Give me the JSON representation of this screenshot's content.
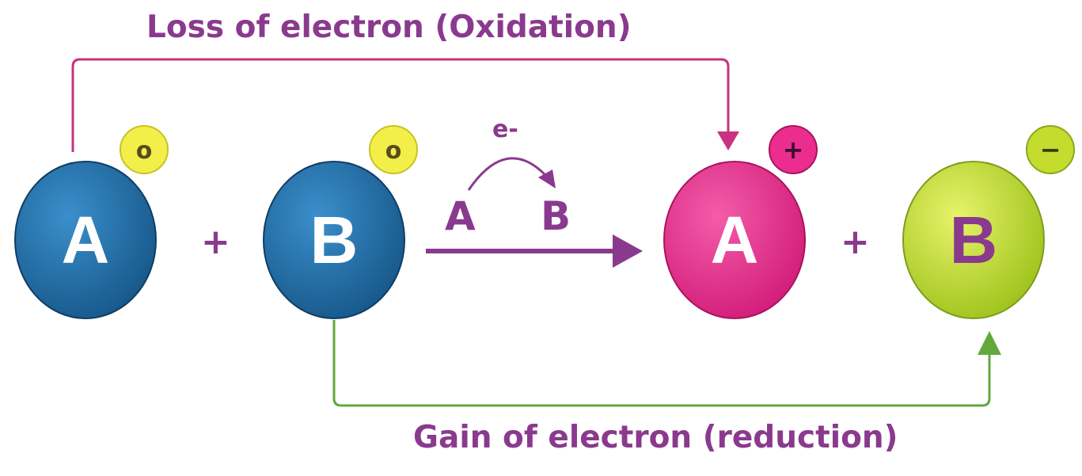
{
  "labels": {
    "oxidation": "Loss of electron (Oxidation)",
    "reduction": "Gain of electron (reduction)",
    "electron": "e-",
    "transfer_from": "A",
    "transfer_to": "B",
    "plus": "+"
  },
  "atoms": [
    {
      "id": "atom-a-reactant",
      "letter": "A",
      "charge": "o",
      "fill": "#1d6fa8",
      "charge_fill": "#f3ef4a",
      "letter_color": "#ffffff"
    },
    {
      "id": "atom-b-reactant",
      "letter": "B",
      "charge": "o",
      "fill": "#1d6fa8",
      "charge_fill": "#f3ef4a",
      "letter_color": "#ffffff"
    },
    {
      "id": "atom-a-product",
      "letter": "A",
      "charge": "+",
      "fill": "#ea2d8e",
      "charge_fill": "#ea2d8e",
      "letter_color": "#ffffff"
    },
    {
      "id": "atom-b-product",
      "letter": "B",
      "charge": "−",
      "fill": "#b7d62a",
      "charge_fill": "#c3dc2e",
      "letter_color": "#8a3a8e"
    }
  ],
  "colors": {
    "purple": "#8a3a8e",
    "magenta_line": "#c8327e",
    "green_line": "#62a83a"
  }
}
